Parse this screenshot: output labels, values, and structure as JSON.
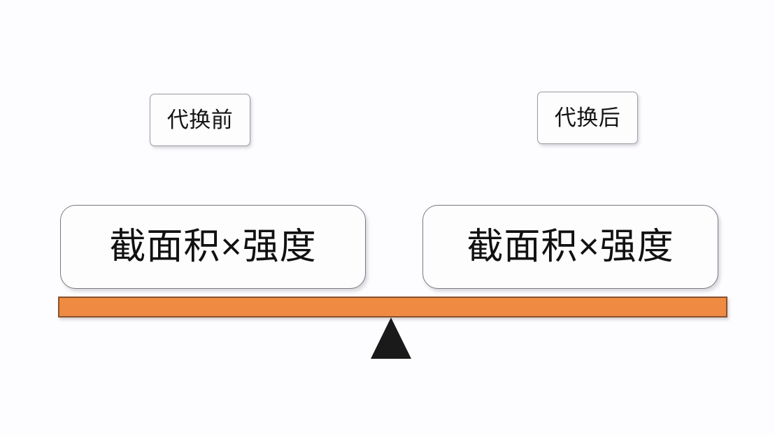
{
  "diagram": {
    "type": "balance-scale",
    "background_color": "#fdfcfe",
    "captions": {
      "before": "代换前",
      "after": "代换后"
    },
    "pans": {
      "left_formula": "截面积×强度",
      "right_formula": "截面积×强度"
    },
    "beam": {
      "fill_color": "#ef8a41",
      "border_color": "#8a5130",
      "state": "level"
    },
    "fulcrum": {
      "shape": "triangle",
      "color": "#1a1a1a"
    }
  }
}
